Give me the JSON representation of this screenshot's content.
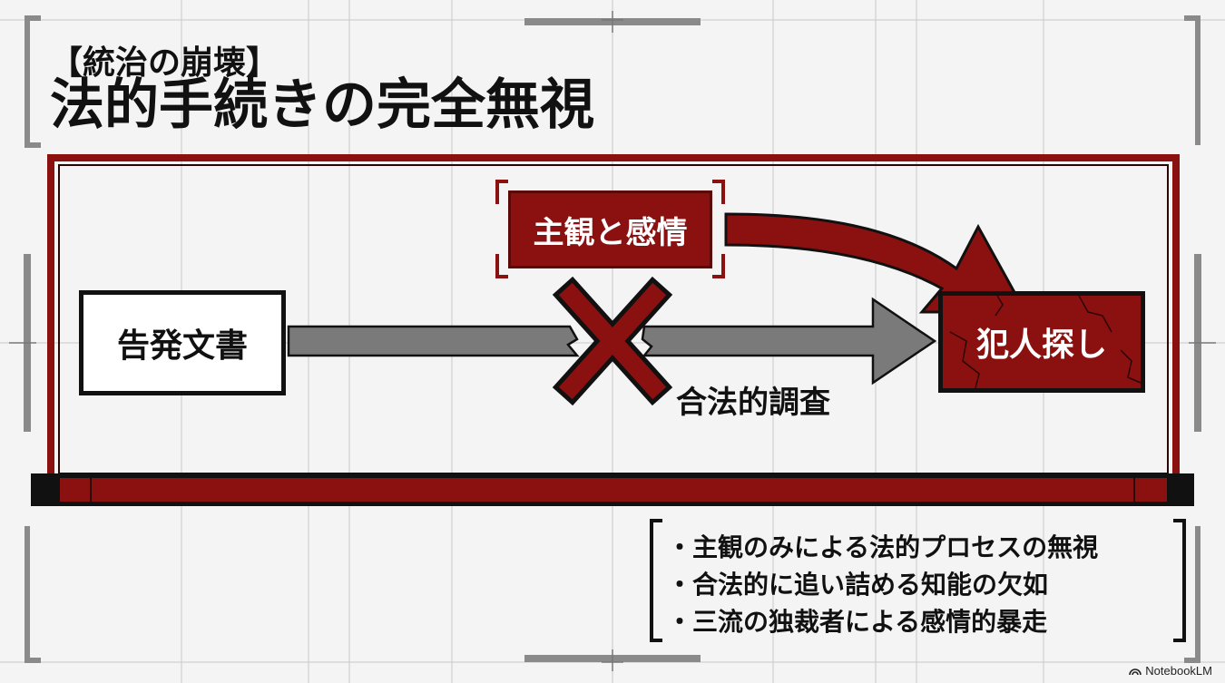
{
  "header": {
    "subtitle": "【統治の崩壊】",
    "title": "法的手続きの完全無視"
  },
  "diagram": {
    "source_node": "告発文書",
    "emotion_node": "主観と感情",
    "target_node": "犯人探し",
    "blocked_path_label": "合法的調査"
  },
  "notes": [
    "・主観のみによる法的プロセスの無視",
    "・合法的に追い詰める知能の欠如",
    "・三流の独裁者による感情的暴走"
  ],
  "brand": {
    "label": "NotebookLM"
  },
  "colors": {
    "accent_red": "#8b1111",
    "dark_red": "#5a0808",
    "arrow_gray": "#7a7a7a",
    "ink": "#111111"
  }
}
